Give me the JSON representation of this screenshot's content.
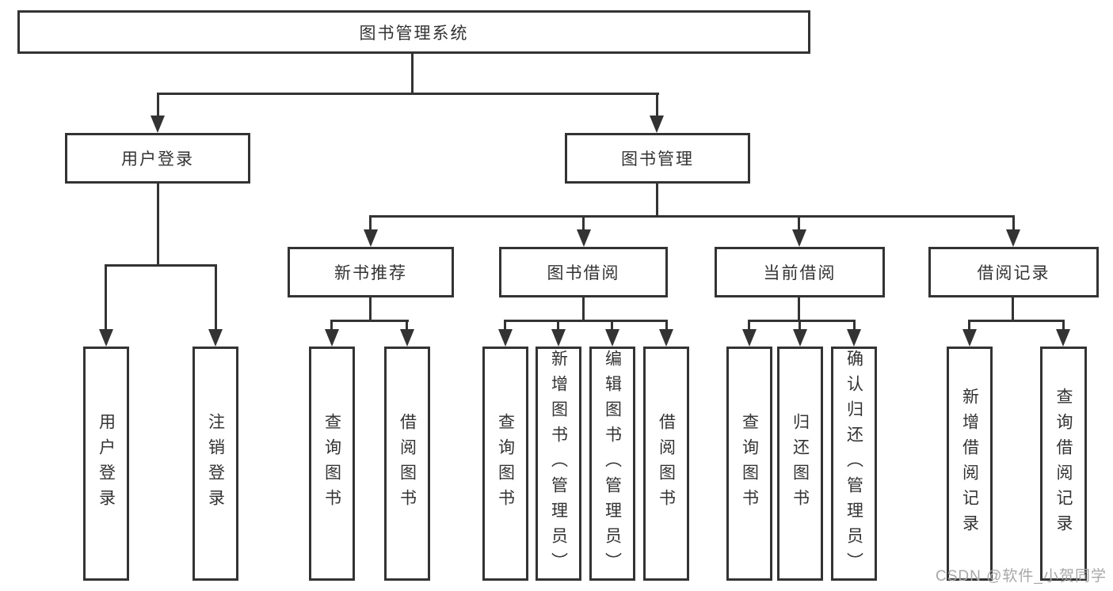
{
  "tree": {
    "root": {
      "id": "root",
      "label": "图书管理系统",
      "children": [
        {
          "id": "user-login",
          "label": "用户登录",
          "children": [
            {
              "id": "leaf-user-login",
              "label": "用户登录"
            },
            {
              "id": "leaf-logout",
              "label": "注销登录"
            }
          ]
        },
        {
          "id": "book-management",
          "label": "图书管理",
          "children": [
            {
              "id": "new-book-recommend",
              "label": "新书推荐",
              "children": [
                {
                  "id": "leaf-query-book-1",
                  "label": "查询图书"
                },
                {
                  "id": "leaf-borrow-book-1",
                  "label": "借阅图书"
                }
              ]
            },
            {
              "id": "book-borrow",
              "label": "图书借阅",
              "children": [
                {
                  "id": "leaf-query-book-2",
                  "label": "查询图书"
                },
                {
                  "id": "leaf-add-book-admin",
                  "label": "新增图书（管理员）"
                },
                {
                  "id": "leaf-edit-book-admin",
                  "label": "编辑图书（管理员）"
                },
                {
                  "id": "leaf-borrow-book-2",
                  "label": "借阅图书"
                }
              ]
            },
            {
              "id": "current-borrow",
              "label": "当前借阅",
              "children": [
                {
                  "id": "leaf-query-book-3",
                  "label": "查询图书"
                },
                {
                  "id": "leaf-return-book",
                  "label": "归还图书"
                },
                {
                  "id": "leaf-confirm-return-admin",
                  "label": "确认归还（管理员）"
                }
              ]
            },
            {
              "id": "borrow-record",
              "label": "借阅记录",
              "children": [
                {
                  "id": "leaf-add-borrow-record",
                  "label": "新增借阅记录"
                },
                {
                  "id": "leaf-query-borrow-record",
                  "label": "查询借阅记录"
                }
              ]
            }
          ]
        }
      ]
    }
  },
  "watermark": {
    "text": "CSDN @软件_小贺同学"
  },
  "colors": {
    "line": "#333333",
    "text": "#333333",
    "background": "#ffffff",
    "watermark": "#a8a8a8"
  }
}
